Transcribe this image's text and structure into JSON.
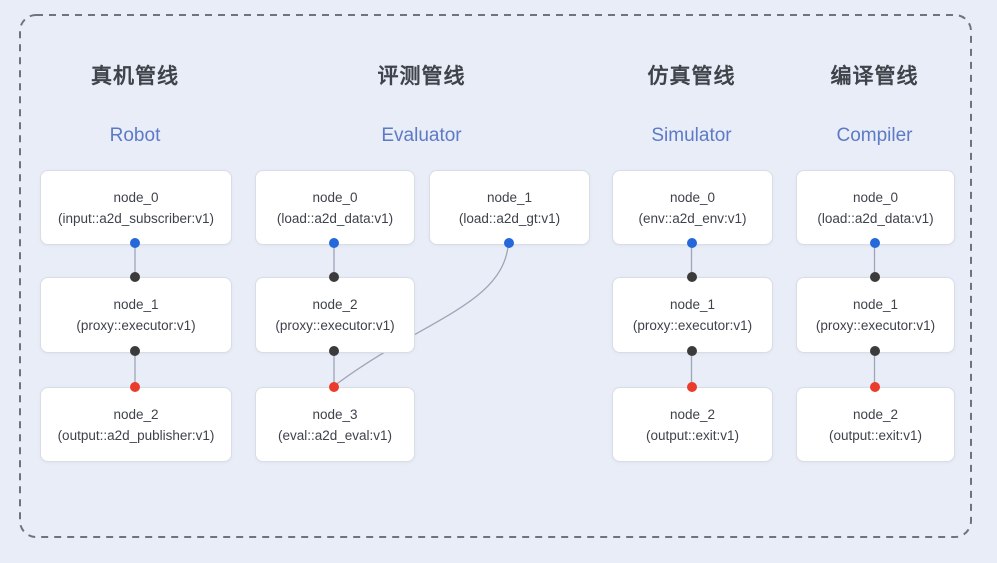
{
  "diagram_title": "pipeline-architecture-diagram",
  "pipelines": [
    {
      "title_zh": "真机管线",
      "title_en": "Robot",
      "nodes": [
        {
          "name": "node_0",
          "type": "(input::a2d_subscriber:v1)"
        },
        {
          "name": "node_1",
          "type": "(proxy::executor:v1)"
        },
        {
          "name": "node_2",
          "type": "(output::a2d_publisher:v1)"
        }
      ]
    },
    {
      "title_zh": "评测管线",
      "title_en": "Evaluator",
      "nodes": [
        {
          "name": "node_0",
          "type": "(load::a2d_data:v1)"
        },
        {
          "name": "node_1",
          "type": "(load::a2d_gt:v1)"
        },
        {
          "name": "node_2",
          "type": "(proxy::executor:v1)"
        },
        {
          "name": "node_3",
          "type": "(eval::a2d_eval:v1)"
        }
      ]
    },
    {
      "title_zh": "仿真管线",
      "title_en": "Simulator",
      "nodes": [
        {
          "name": "node_0",
          "type": "(env::a2d_env:v1)"
        },
        {
          "name": "node_1",
          "type": "(proxy::executor:v1)"
        },
        {
          "name": "node_2",
          "type": "(output::exit:v1)"
        }
      ]
    },
    {
      "title_zh": "编译管线",
      "title_en": "Compiler",
      "nodes": [
        {
          "name": "node_0",
          "type": "(load::a2d_data:v1)"
        },
        {
          "name": "node_1",
          "type": "(proxy::executor:v1)"
        },
        {
          "name": "node_2",
          "type": "(output::exit:v1)"
        }
      ]
    }
  ],
  "colors": {
    "background": "#e9edf8",
    "frame_dash": "#6f737b",
    "node_fill": "#ffffff",
    "node_border": "#d9dde4",
    "node_text": "#3e434b",
    "title_zh": "#3f434a",
    "title_en": "#5c7ac5",
    "edge": "#9da6b7",
    "port_output_blue": "#2468d9",
    "port_input_dark": "#3b3b3b",
    "port_final_red": "#ea3b2b"
  }
}
